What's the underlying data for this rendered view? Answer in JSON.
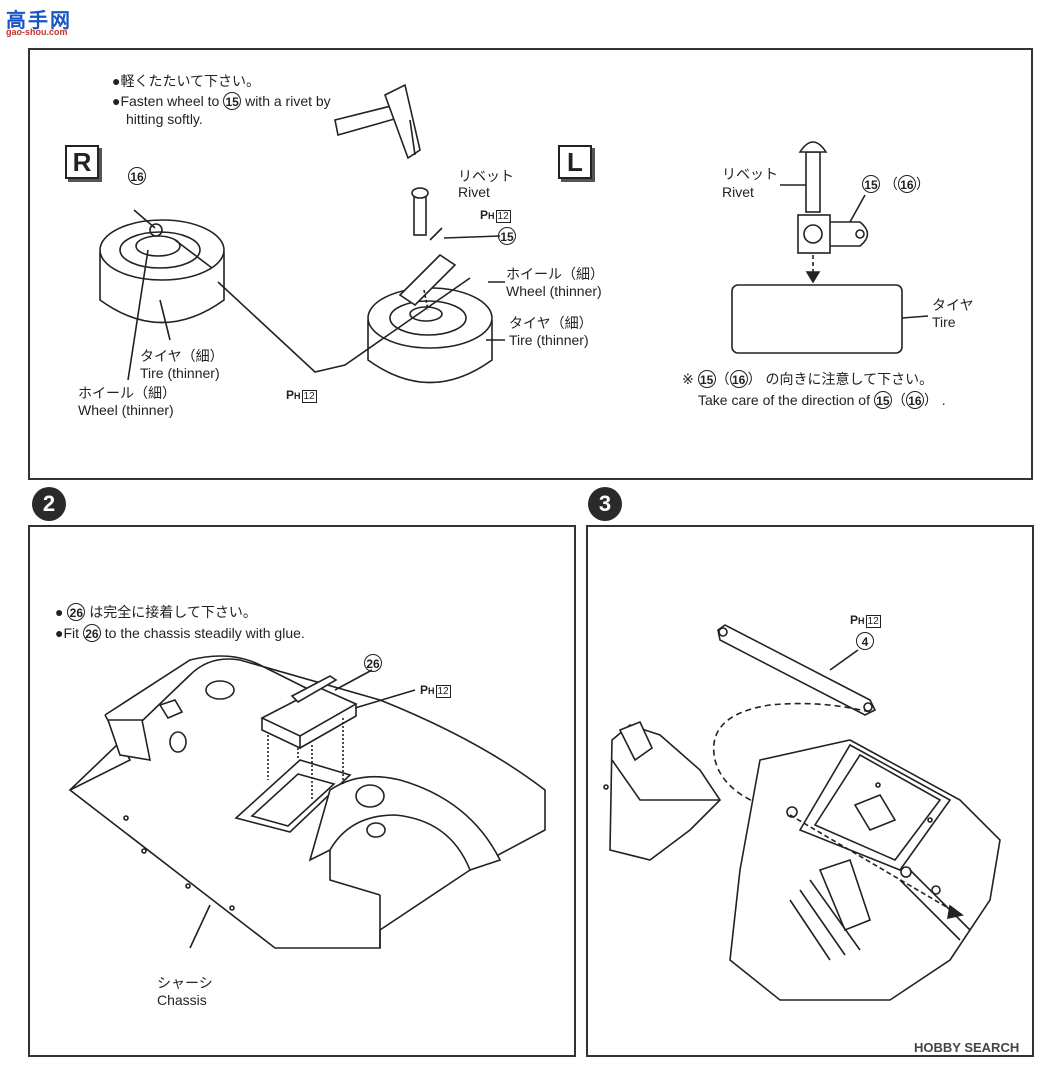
{
  "watermark_top": {
    "logo_text": "高手网",
    "url": "gao-shou.com"
  },
  "watermark_bottom": {
    "brand": "HOBBY SEARCH"
  },
  "step1": {
    "note_jp": "●軽くたたいて下さい。",
    "note_en_1": "●Fasten wheel to",
    "note_en_part": "15",
    "note_en_2": "with a rivet by",
    "note_en_3": "hitting softly.",
    "label_r": "R",
    "label_l": "L",
    "part_16_r": "16",
    "rivet_jp": "リベット",
    "rivet_en": "Rivet",
    "ph_ref": "P",
    "ph_sub": "H",
    "ph_num": "12",
    "part_15": "15",
    "wheel_jp": "ホイール（細）",
    "wheel_en": "Wheel (thinner)",
    "tire_jp": "タイヤ（細）",
    "tire_en": "Tire (thinner)",
    "tire_r_jp": "タイヤ（細）",
    "tire_r_en": "Tire (thinner)",
    "wheel_r_jp": "ホイール（細）",
    "wheel_r_en": "Wheel (thinner)",
    "rivet2_jp": "リベット",
    "rivet2_en": "Rivet",
    "parts_1516_a": "15",
    "parts_1516_b": "16",
    "tire2_jp": "タイヤ",
    "tire2_en": "Tire",
    "caution_jp_pre": "※",
    "caution_jp_post": "の向きに注意して下さい。",
    "caution_en": "Take care of the direction of",
    "caution_a": "15",
    "caution_b": "16"
  },
  "step2": {
    "number": "2",
    "note_jp_pre": "●",
    "note_part": "26",
    "note_jp_post": "は完全に接着して下さい。",
    "note_en_pre": "●Fit",
    "note_en_post": "to the chassis steadily with glue.",
    "part_26": "26",
    "ph_num": "12",
    "chassis_jp": "シャーシ",
    "chassis_en": "Chassis"
  },
  "step3": {
    "number": "3",
    "ph_num": "12",
    "part_4": "4"
  }
}
